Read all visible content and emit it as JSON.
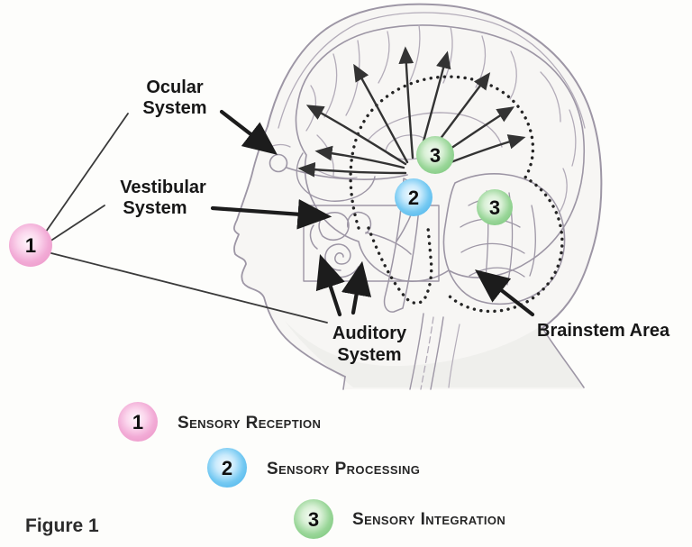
{
  "figure": {
    "label": "Figure 1"
  },
  "annotations": {
    "ocular": {
      "line1": "Ocular",
      "line2": "System"
    },
    "vestibular": {
      "line1": "Vestibular",
      "line2": "System"
    },
    "auditory": {
      "line1": "Auditory",
      "line2": "System"
    },
    "brainstem": {
      "label": "Brainstem Area"
    }
  },
  "markers": {
    "reception_number": "1",
    "processing_number": "2",
    "integration_number": "3"
  },
  "legend": {
    "items": [
      {
        "number": "1",
        "label": "Sensory Reception",
        "color": "#efa3d0"
      },
      {
        "number": "2",
        "label": "Sensory Processing",
        "color": "#63c1ef"
      },
      {
        "number": "3",
        "label": "Sensory Integration",
        "color": "#8fd18f"
      }
    ]
  },
  "colors": {
    "reception": "#efa3d0",
    "processing": "#63c1ef",
    "integration": "#8fd18f",
    "sketch_line": "#9d96a5",
    "ink": "#262626",
    "background": "#fdfdfb"
  }
}
